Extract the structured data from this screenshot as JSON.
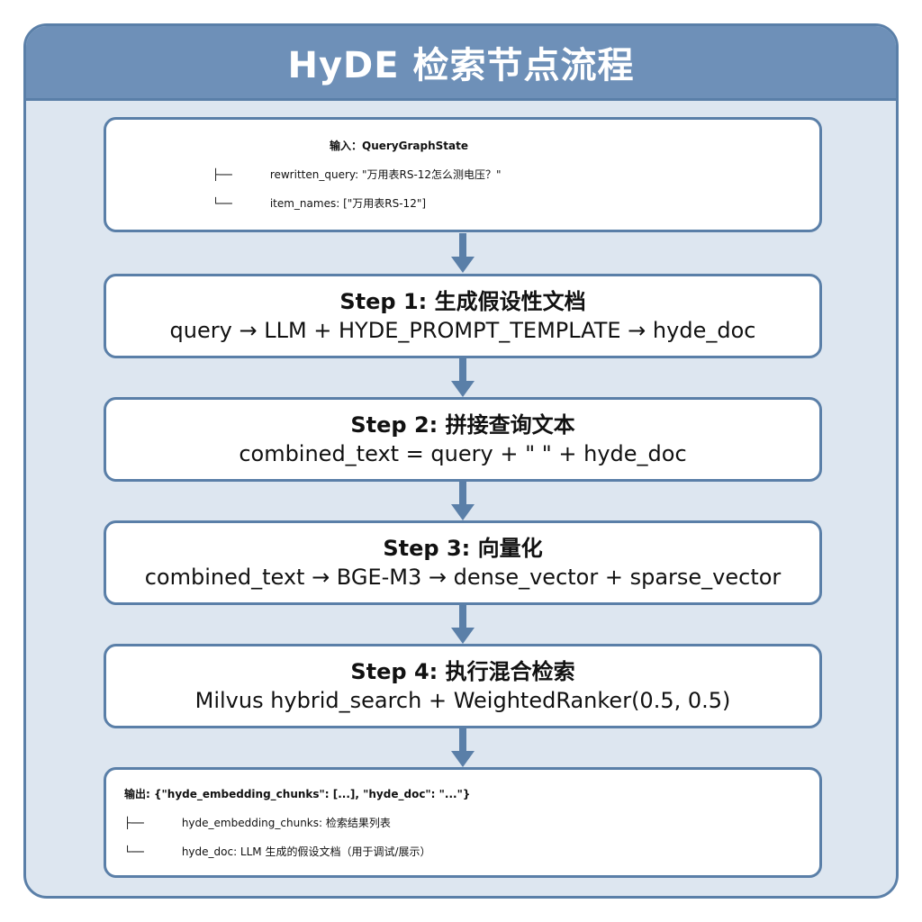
{
  "title": "HyDE 检索节点流程",
  "input": {
    "head": "输入：QueryGraphState",
    "lines": [
      {
        "branch": "├──",
        "text": " rewritten_query: \"万用表RS-12怎么测电压？\""
      },
      {
        "branch": "└──",
        "text": " item_names: [\"万用表RS-12\"]"
      }
    ]
  },
  "steps": [
    {
      "head": "Step 1: 生成假设性文档",
      "line": "query → LLM + HYDE_PROMPT_TEMPLATE → hyde_doc"
    },
    {
      "head": "Step 2: 拼接查询文本",
      "line": "combined_text = query + \" \" + hyde_doc"
    },
    {
      "head": "Step 3: 向量化",
      "line": "combined_text → BGE-M3 → dense_vector + sparse_vector"
    },
    {
      "head": "Step 4: 执行混合检索",
      "line": "Milvus hybrid_search + WeightedRanker(0.5, 0.5)"
    }
  ],
  "output": {
    "head": "输出: {\"hyde_embedding_chunks\": [...], \"hyde_doc\": \"...\"}",
    "lines": [
      {
        "branch": "├──",
        "text": " hyde_embedding_chunks: 检索结果列表"
      },
      {
        "branch": "└──",
        "text": " hyde_doc: LLM 生成的假设文档（用于调试/展示）"
      }
    ]
  },
  "colors": {
    "frame_border": "#5a7fa8",
    "title_bar": "#6e90b8",
    "background": "#dde6f0",
    "box_fill": "#ffffff",
    "arrow": "#5a7fa8"
  }
}
